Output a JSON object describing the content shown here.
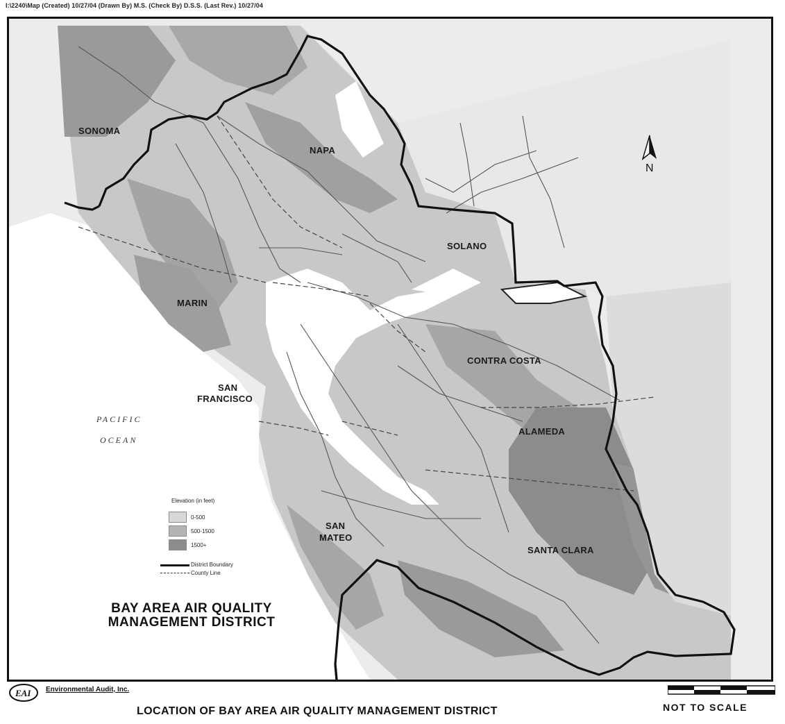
{
  "header": {
    "text": "I:\\2240\\Map (Created) 10/27/04 (Drawn By) M.S. (Check By) D.S.S. (Last Rev.) 10/27/04"
  },
  "map": {
    "counties": [
      {
        "label": "SONOMA"
      },
      {
        "label": "NAPA"
      },
      {
        "label": "SOLANO"
      },
      {
        "label": "MARIN"
      },
      {
        "label": "CONTRA COSTA"
      },
      {
        "label": "SAN"
      },
      {
        "label": "FRANCISCO"
      },
      {
        "label": "ALAMEDA"
      },
      {
        "label": "SAN"
      },
      {
        "label": "MATEO"
      },
      {
        "label": "SANTA CLARA"
      }
    ],
    "ocean": {
      "line1": "PACIFIC",
      "line2": "OCEAN"
    },
    "north_arrow_label": "N",
    "north_icon": "north-arrow-icon"
  },
  "legend": {
    "title": "Elevation (in feet)",
    "items": [
      {
        "label": "0-500",
        "color": "#d8d8d8"
      },
      {
        "label": "500-1500",
        "color": "#b4b4b4"
      },
      {
        "label": "1500+",
        "color": "#8c8c8c"
      }
    ],
    "lines": [
      {
        "label": "District Boundary"
      },
      {
        "label": "County Line"
      }
    ]
  },
  "map_title": {
    "line1": "BAY AREA AIR QUALITY",
    "line2": "MANAGEMENT DISTRICT"
  },
  "footer": {
    "company": "Environmental Audit, Inc.",
    "logo_text": "EAI",
    "scale_text": "NOT TO SCALE",
    "title": "LOCATION OF BAY AREA AIR QUALITY MANAGEMENT DISTRICT"
  }
}
